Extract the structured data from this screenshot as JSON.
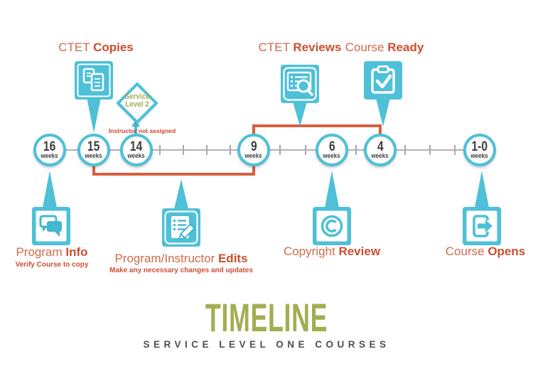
{
  "title": {
    "main": "TIMELINE",
    "subtitle": "SERVICE LEVEL ONE COURSES"
  },
  "timeline": {
    "nodes": [
      {
        "value": "16",
        "unit": "weeks"
      },
      {
        "value": "15",
        "unit": "weeks"
      },
      {
        "value": "14",
        "unit": "weeks"
      },
      {
        "value": "9",
        "unit": "weeks"
      },
      {
        "value": "6",
        "unit": "weeks"
      },
      {
        "value": "4",
        "unit": "weeks"
      },
      {
        "value": "1-0",
        "unit": "weeks"
      }
    ]
  },
  "milestones_top": [
    {
      "word1": "CTET",
      "word2": "Copies",
      "icon": "copy-documents-icon"
    },
    {
      "word1": "CTET",
      "word2": "Reviews",
      "icon": "document-search-icon"
    },
    {
      "word1": "Course",
      "word2": "Ready",
      "icon": "clipboard-check-icon"
    }
  ],
  "milestones_bottom": [
    {
      "word1": "Program",
      "word2": "Info",
      "subtitle": "Verify Course to copy",
      "icon": "chat-bubbles-icon"
    },
    {
      "word1": "Program/Instructor",
      "word2": "Edits",
      "subtitle": "Make any necessary changes and updates",
      "icon": "notepad-pencil-icon"
    },
    {
      "word1": "Copyright",
      "word2": "Review",
      "subtitle": "",
      "icon": "copyright-icon"
    },
    {
      "word1": "Course",
      "word2": "Opens",
      "subtitle": "",
      "icon": "exit-arrow-icon"
    }
  ],
  "callout": {
    "line1": "Service",
    "line2": "Level 2",
    "note": "Instructor not assigned"
  },
  "colors": {
    "teal": "#4ec0d8",
    "label_orange": "#c94f30",
    "bracket_orange": "#d5603f",
    "olive": "#a2ae52",
    "line_gray": "#b3b3b3",
    "dark_text": "#3f3f3f"
  }
}
